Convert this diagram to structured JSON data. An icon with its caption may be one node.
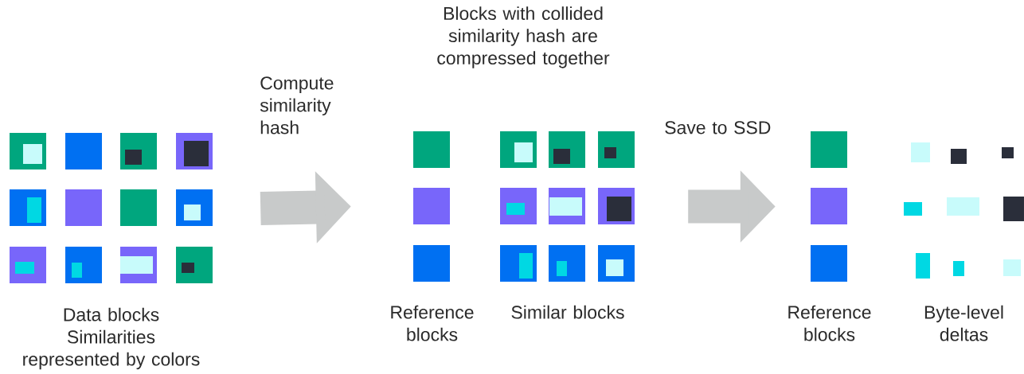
{
  "diagram": {
    "nodes": [
      {
        "text": [
          "Data blocks",
          "Similarities",
          "represented by colors"
        ]
      },
      {
        "text": [
          "Reference blocks"
        ]
      },
      {
        "text": [
          "Similar blocks"
        ]
      },
      {
        "text": [
          "Reference blocks"
        ]
      },
      {
        "text": [
          "Byte-level deltas"
        ]
      }
    ],
    "edges": [
      {
        "from": 0,
        "to": 1,
        "arrow": "to",
        "label": "Compute similarity hash"
      },
      {
        "from": 2,
        "to": 3,
        "arrow": "to",
        "label": "Save to SSD"
      }
    ],
    "labels": [
      "Blocks with collided similarity hash are compressed together"
    ]
  }
}
